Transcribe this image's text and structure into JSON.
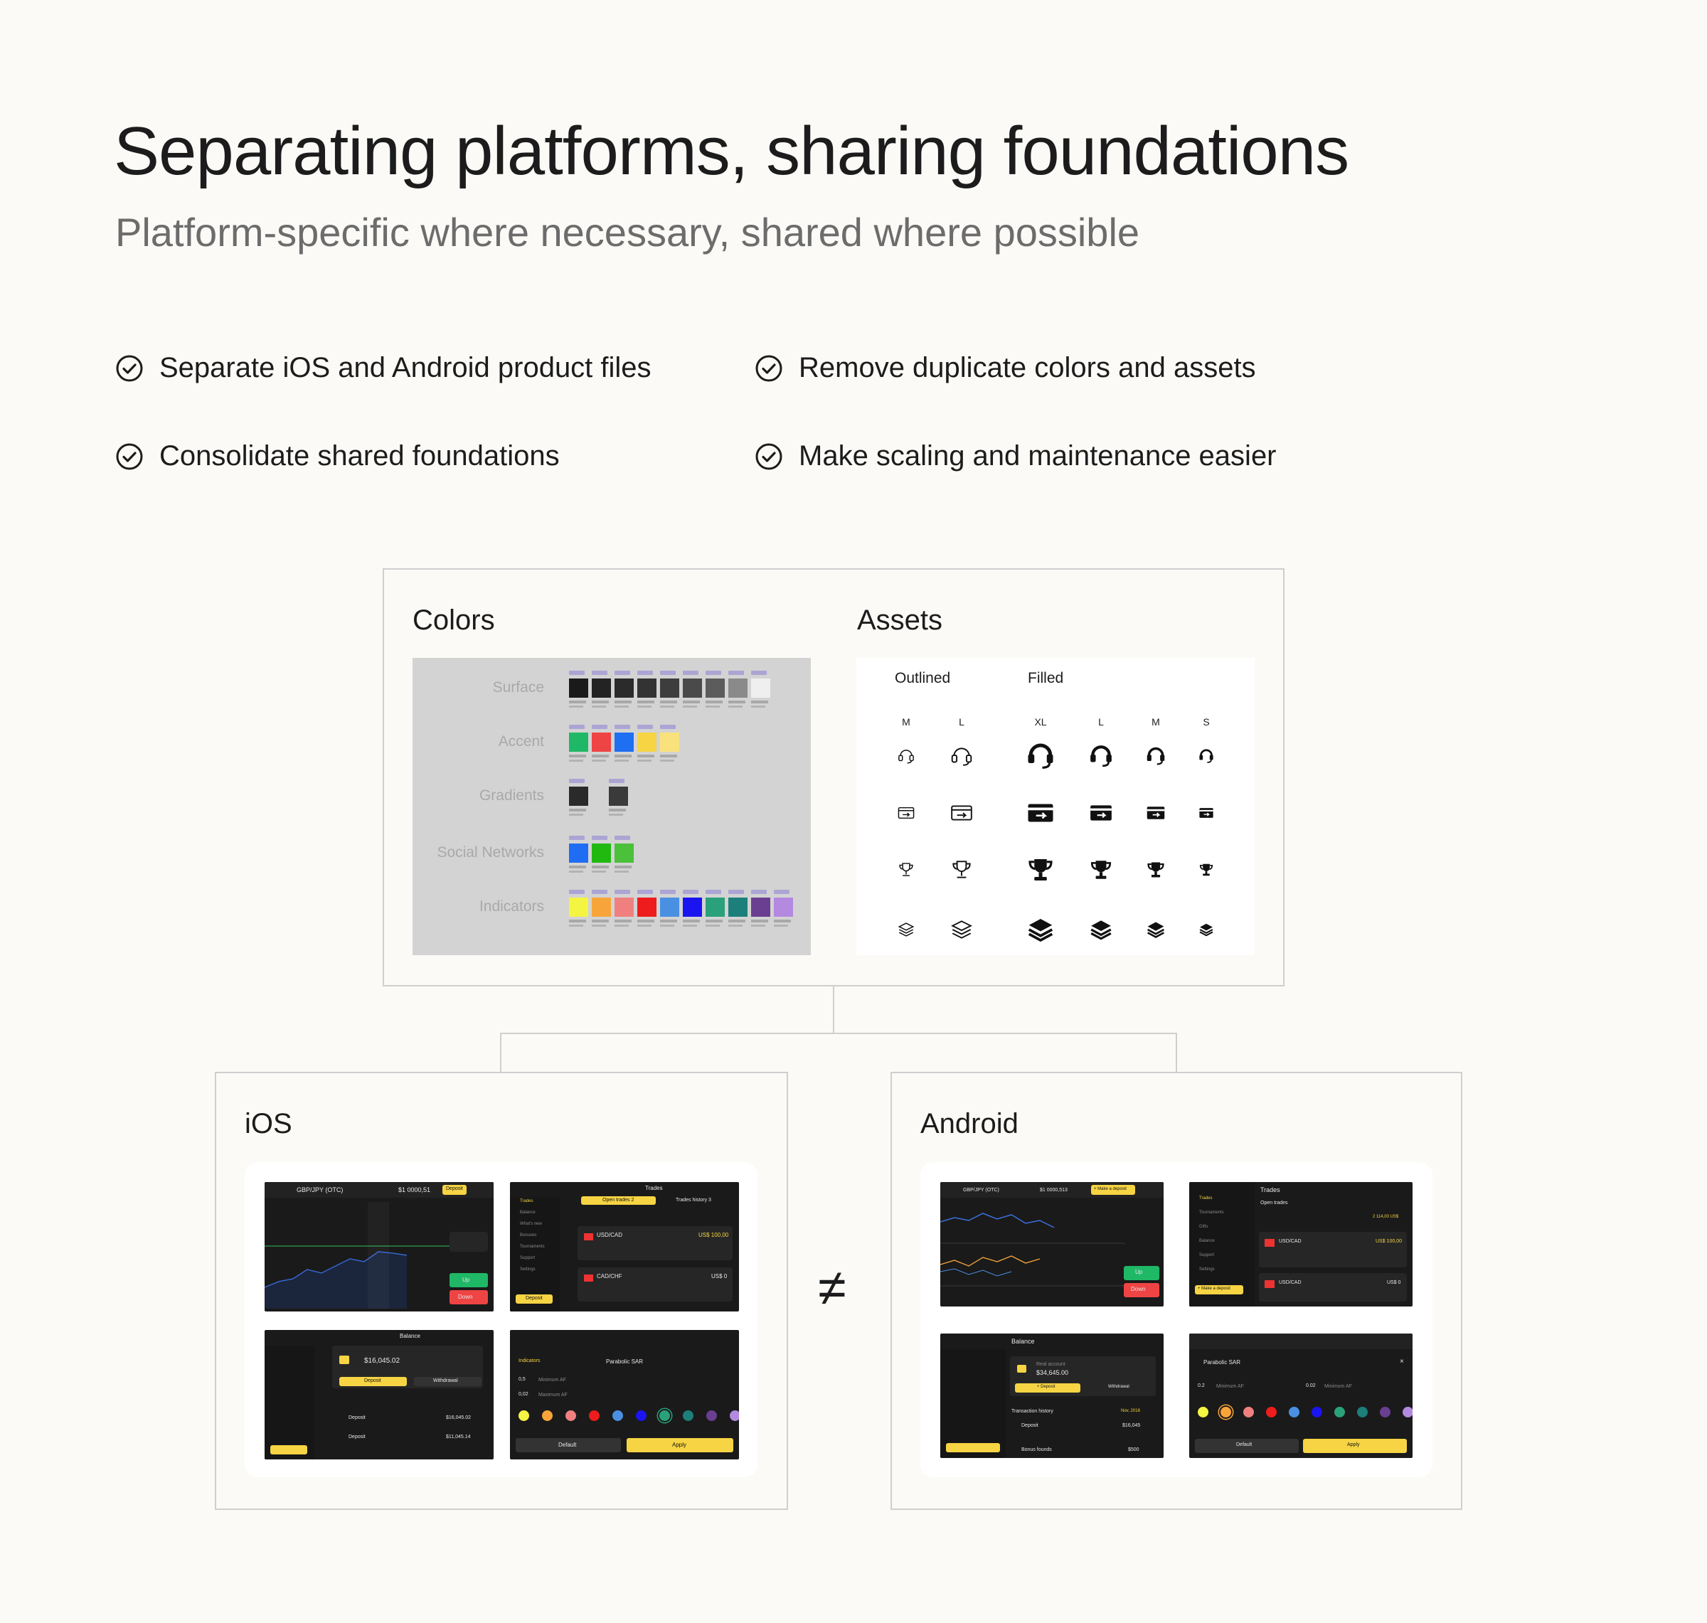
{
  "header": {
    "title": "Separating platforms, sharing foundations",
    "subtitle": "Platform-specific where necessary, shared where possible"
  },
  "bullets": [
    "Separate iOS and Android product files",
    "Remove duplicate colors and assets",
    "Consolidate shared foundations",
    "Make scaling and maintenance easier"
  ],
  "foundations": {
    "colors": {
      "title": "Colors",
      "rows": [
        {
          "label": "Surface",
          "swatches": [
            "#1a1a1a",
            "#232323",
            "#2b2b2b",
            "#333333",
            "#3d3d3d",
            "#4a4a4a",
            "#5c5c5c",
            "#8a8a8a",
            "#efefef"
          ]
        },
        {
          "label": "Accent",
          "swatches": [
            "#1fb866",
            "#ef4444",
            "#1e6ff2",
            "#f7d443",
            "#f9e27c"
          ]
        },
        {
          "label": "Gradients",
          "swatches": [
            "#2a2a2a",
            "#3a3a3a"
          ]
        },
        {
          "label": "Social Networks",
          "swatches": [
            "#1f6df2",
            "#22b812",
            "#4bc03a"
          ]
        },
        {
          "label": "Indicators",
          "swatches": [
            "#f4f442",
            "#f7a53a",
            "#f08080",
            "#ee1c1c",
            "#4a90e2",
            "#1a14f0",
            "#2aa17a",
            "#1d7f7a",
            "#6a3f91",
            "#b48ae0"
          ]
        }
      ]
    },
    "assets": {
      "title": "Assets",
      "groups": [
        "Outlined",
        "Filled"
      ],
      "sizes": [
        "M",
        "L",
        "XL",
        "L",
        "M",
        "S"
      ],
      "icon_rows": [
        "headset-icon",
        "card-transfer-icon",
        "trophy-icon",
        "layers-icon"
      ]
    }
  },
  "platforms": {
    "ios": {
      "title": "iOS",
      "screens": {
        "trading": {
          "asset": "GBP/JPY (OTC)",
          "balance": "$1 0000,51",
          "deposit": "Deposit",
          "up": "Up",
          "down": "Down"
        },
        "trades": {
          "title": "Trades",
          "tab_open": "Open trades 2",
          "tab_history": "Trades history 3",
          "pair1": "USD/CAD",
          "amount1": "US$ 100,00",
          "pair2": "CAD/CHF",
          "amount2": "US$ 0",
          "nav": [
            "Trades",
            "Balance",
            "What's new",
            "Bonuses",
            "Tournaments",
            "Support",
            "Settings"
          ],
          "deposit": "Deposit"
        },
        "balance": {
          "title": "Balance",
          "amount": "$16,045.02",
          "deposit": "Deposit",
          "withdrawal": "Withdrawal",
          "row1_label": "Deposit",
          "row1_value": "$16,045.02",
          "row2_label": "Deposit",
          "row2_value": "$11,045.14"
        },
        "indicator": {
          "back": "Indicators",
          "title": "Parabolic SAR",
          "field1_value": "0,5",
          "field1_label": "Minimum AF",
          "field2_value": "0,02",
          "field2_label": "Maximum AF",
          "default": "Default",
          "apply": "Apply"
        }
      }
    },
    "android": {
      "title": "Android",
      "screens": {
        "trading": {
          "asset": "GBP/JPY (OTC)",
          "balance": "$1 0000,513",
          "deposit": "+ Make a deposit",
          "up": "Up",
          "down": "Down"
        },
        "trades": {
          "title": "Trades",
          "section": "Open trades",
          "pair1": "USD/CAD",
          "amount1": "US$ 100,00",
          "pair2": "USD/CAD",
          "amount2": "US$ 0",
          "income": "2 114,00 US$",
          "deposit": "+ Make a deposit",
          "nav": [
            "Trades",
            "Tournaments",
            "Gifts",
            "Balance",
            "Support",
            "Settings"
          ]
        },
        "balance": {
          "title": "Balance",
          "label": "Real account",
          "amount": "$34,645.00",
          "deposit": "+ Deposit",
          "withdrawal": "Withdrawal",
          "history": "Transaction history",
          "date": "Nov, 2018",
          "row1_label": "Deposit",
          "row1_value": "$16,045",
          "row2_label": "Bonus founds",
          "row2_value": "$500"
        },
        "indicator": {
          "title": "Parabolic SAR",
          "field1_value": "0.2",
          "field1_label": "Minimum AF",
          "field2_value": "0.02",
          "field2_label": "Minimum AF",
          "default": "Default",
          "apply": "Apply"
        }
      }
    },
    "separator": "≠"
  },
  "indicator_colors": [
    "#f4f442",
    "#f7a53a",
    "#f08080",
    "#ee1c1c",
    "#4a90e2",
    "#1a14f0",
    "#2aa17a",
    "#1d7f7a",
    "#6a3f91",
    "#b48ae0"
  ]
}
